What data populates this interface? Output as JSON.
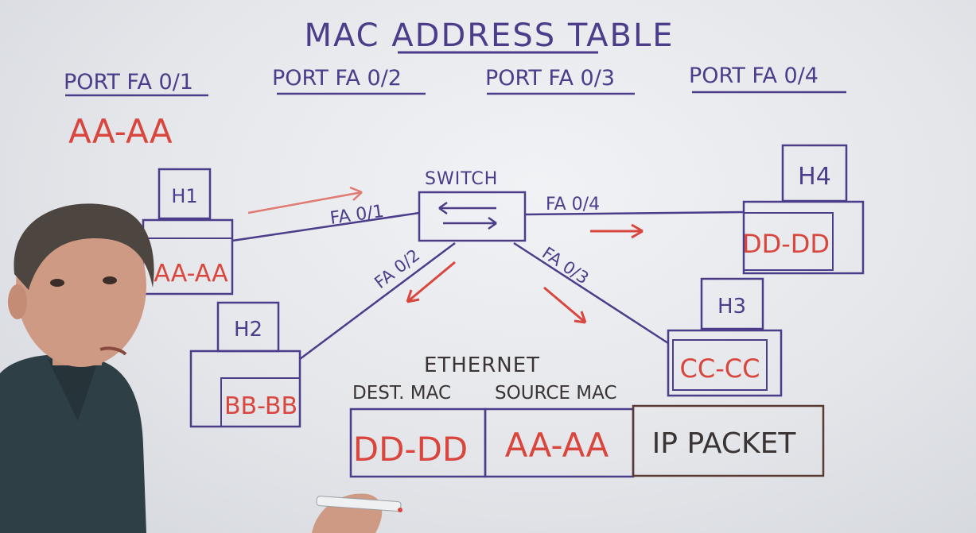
{
  "title": "MAC ADDRESS TABLE",
  "ports": [
    {
      "label": "PORT FA 0/1"
    },
    {
      "label": "PORT FA 0/2"
    },
    {
      "label": "PORT FA 0/3"
    },
    {
      "label": "PORT FA 0/4"
    }
  ],
  "learned_entry": "AA-AA",
  "switch": {
    "label": "SWITCH"
  },
  "hosts": [
    {
      "name": "H1",
      "mac": "AA-AA"
    },
    {
      "name": "H2",
      "mac": "BB-BB"
    },
    {
      "name": "H3",
      "mac": "CC-CC"
    },
    {
      "name": "H4",
      "mac": "DD-DD"
    }
  ],
  "links": [
    {
      "label": "FA 0/1"
    },
    {
      "label": "FA 0/2"
    },
    {
      "label": "FA 0/3"
    },
    {
      "label": "FA 0/4"
    }
  ],
  "frame": {
    "title": "ETHERNET",
    "dest_label": "DEST. MAC",
    "source_label": "SOURCE MAC",
    "dest_value": "DD-DD",
    "source_value": "AA-AA",
    "payload": "IP PACKET"
  },
  "colors": {
    "ink_purple": "#4b3d8a",
    "ink_red": "#d9463d",
    "ink_dark": "#3a3434"
  }
}
